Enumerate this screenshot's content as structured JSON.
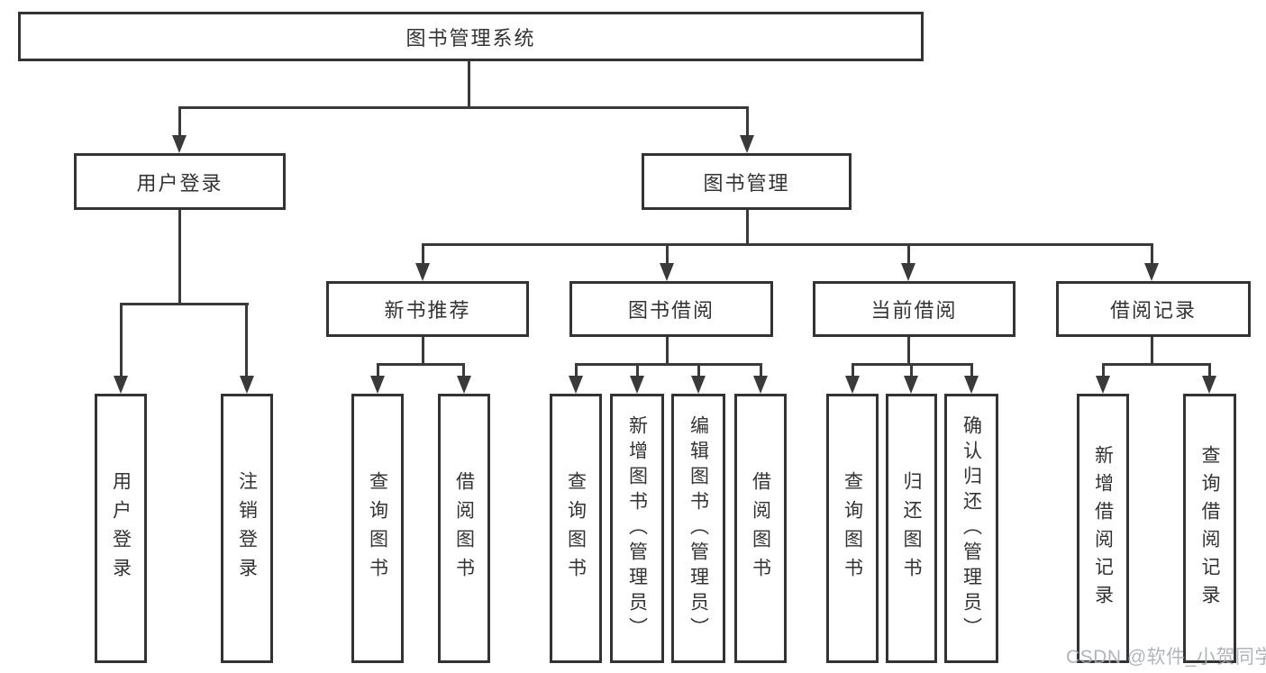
{
  "diagram": {
    "root": "图书管理系统",
    "level2": [
      {
        "label": "用户登录"
      },
      {
        "label": "图书管理"
      }
    ],
    "level3": [
      {
        "label": "新书推荐"
      },
      {
        "label": "图书借阅"
      },
      {
        "label": "当前借阅"
      },
      {
        "label": "借阅记录"
      }
    ],
    "leaves": {
      "user_login": [
        {
          "label": "用户登录"
        },
        {
          "label": "注销登录"
        }
      ],
      "new_book_recommend": [
        {
          "label": "查询图书"
        },
        {
          "label": "借阅图书"
        }
      ],
      "book_borrow": [
        {
          "label": "查询图书"
        },
        {
          "label": "新增图书（管理员）"
        },
        {
          "label": "编辑图书（管理员）"
        },
        {
          "label": "借阅图书"
        }
      ],
      "current_borrow": [
        {
          "label": "查询图书"
        },
        {
          "label": "归还图书"
        },
        {
          "label": "确认归还（管理员）"
        }
      ],
      "borrow_records": [
        {
          "label": "新增借阅记录"
        },
        {
          "label": "查询借阅记录"
        }
      ]
    }
  },
  "watermark": {
    "text": "CSDN @软件_小贺同学"
  },
  "colors": {
    "line": "#3a3a3a",
    "border": "#333333",
    "text": "#333333",
    "watermark": "#a9aeb3",
    "background": "#ffffff"
  }
}
